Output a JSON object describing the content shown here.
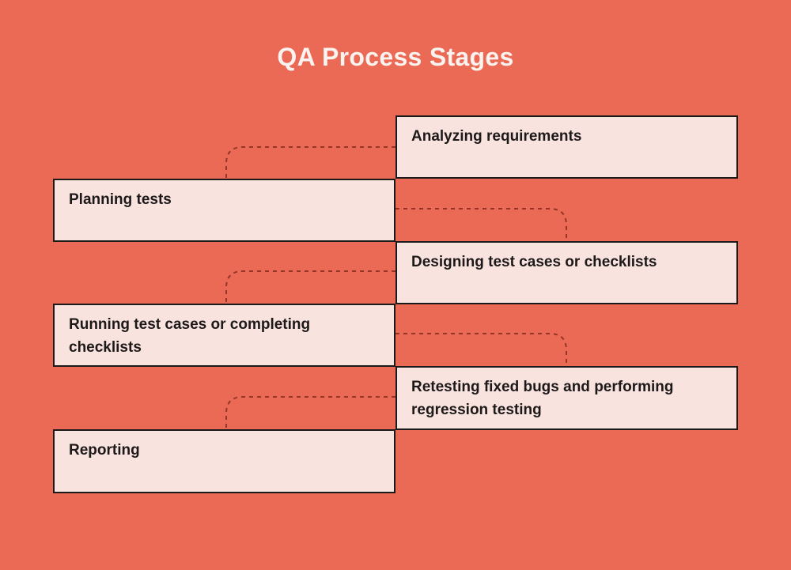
{
  "title": "QA Process Stages",
  "colors": {
    "background": "#EB6A55",
    "box_fill": "#F9E3DE",
    "box_border": "#1A1A1A",
    "box_text": "#1D1919",
    "title_text": "#FBF3F0",
    "connector": "#943527"
  },
  "stages": [
    {
      "order": 1,
      "side": "right",
      "label": "Analyzing requirements"
    },
    {
      "order": 2,
      "side": "left",
      "label": "Planning tests"
    },
    {
      "order": 3,
      "side": "right",
      "label": "Designing test cases or checklists"
    },
    {
      "order": 4,
      "side": "left",
      "label": "Running test cases or completing checklists"
    },
    {
      "order": 5,
      "side": "right",
      "label": "Retesting fixed bugs and performing regression testing"
    },
    {
      "order": 6,
      "side": "left",
      "label": "Reporting"
    }
  ],
  "connections": [
    {
      "from": "Analyzing requirements",
      "to": "Planning tests"
    },
    {
      "from": "Planning tests",
      "to": "Designing test cases or checklists"
    },
    {
      "from": "Designing test cases or checklists",
      "to": "Running test cases or completing checklists"
    },
    {
      "from": "Running test cases or completing checklists",
      "to": "Retesting fixed bugs and performing regression testing"
    },
    {
      "from": "Retesting fixed bugs and performing regression testing",
      "to": "Reporting"
    }
  ]
}
